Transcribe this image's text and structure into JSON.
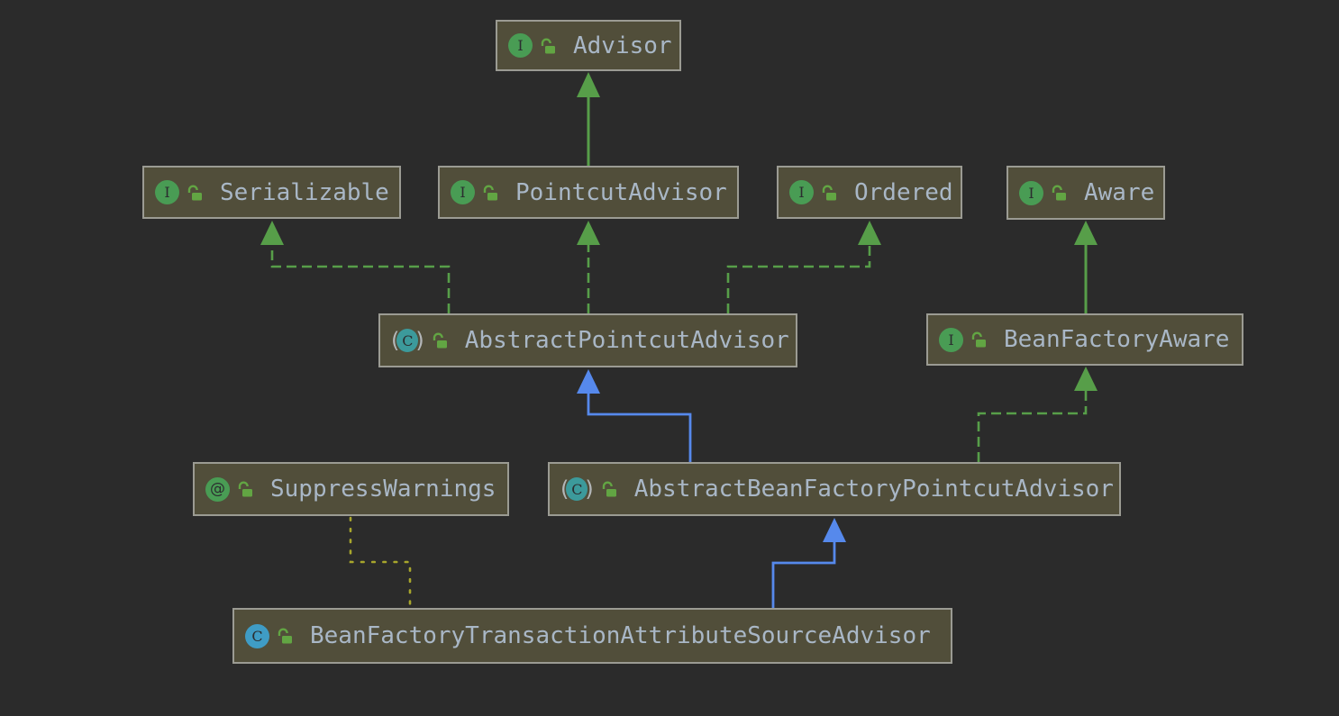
{
  "diagram": {
    "title": "Class inheritance diagram for BeanFactoryTransactionAttributeSourceAdvisor",
    "colors": {
      "background": "#2b2b2b",
      "node_fill": "#514e3a",
      "node_border": "#9b9b93",
      "label": "#a9b7c6",
      "realization_green": "#579e49",
      "generalization_blue": "#5689ec",
      "annotation_yellow": "#a8a62c",
      "interface_icon": "#499c54",
      "class_icon": "#3f9cc5",
      "abstract_class_icon": "#3c9a9b",
      "lock_icon": "#62a543"
    },
    "nodes": [
      {
        "id": "advisor",
        "label": "Advisor",
        "kind": "interface",
        "icon": "interface-icon",
        "icon_glyph": "I",
        "visibility": "public"
      },
      {
        "id": "serializable",
        "label": "Serializable",
        "kind": "interface",
        "icon": "interface-icon",
        "icon_glyph": "I",
        "visibility": "public"
      },
      {
        "id": "pointcutAdvisor",
        "label": "PointcutAdvisor",
        "kind": "interface",
        "icon": "interface-icon",
        "icon_glyph": "I",
        "visibility": "public"
      },
      {
        "id": "ordered",
        "label": "Ordered",
        "kind": "interface",
        "icon": "interface-icon",
        "icon_glyph": "I",
        "visibility": "public"
      },
      {
        "id": "aware",
        "label": "Aware",
        "kind": "interface",
        "icon": "interface-icon",
        "icon_glyph": "I",
        "visibility": "public"
      },
      {
        "id": "abstractPointcutAdvisor",
        "label": "AbstractPointcutAdvisor",
        "kind": "abstract-class",
        "icon": "abstract-class-icon",
        "icon_glyph": "C",
        "visibility": "public"
      },
      {
        "id": "beanFactoryAware",
        "label": "BeanFactoryAware",
        "kind": "interface",
        "icon": "interface-icon",
        "icon_glyph": "I",
        "visibility": "public"
      },
      {
        "id": "suppressWarnings",
        "label": "SuppressWarnings",
        "kind": "annotation",
        "icon": "annotation-icon",
        "icon_glyph": "@",
        "visibility": "public"
      },
      {
        "id": "abstractBeanFactoryPointcutAdvisor",
        "label": "AbstractBeanFactoryPointcutAdvisor",
        "kind": "abstract-class",
        "icon": "abstract-class-icon",
        "icon_glyph": "C",
        "visibility": "public"
      },
      {
        "id": "beanFactoryTransactionAttributeSourceAdvisor",
        "label": "BeanFactoryTransactionAttributeSourceAdvisor",
        "kind": "class",
        "icon": "class-icon",
        "icon_glyph": "C",
        "visibility": "public"
      }
    ],
    "edges": [
      {
        "from": "pointcutAdvisor",
        "to": "advisor",
        "relation": "extends",
        "style": "solid-green"
      },
      {
        "from": "abstractPointcutAdvisor",
        "to": "serializable",
        "relation": "implements",
        "style": "dashed-green"
      },
      {
        "from": "abstractPointcutAdvisor",
        "to": "pointcutAdvisor",
        "relation": "implements",
        "style": "dashed-green"
      },
      {
        "from": "abstractPointcutAdvisor",
        "to": "ordered",
        "relation": "implements",
        "style": "dashed-green"
      },
      {
        "from": "beanFactoryAware",
        "to": "aware",
        "relation": "extends",
        "style": "solid-green"
      },
      {
        "from": "abstractBeanFactoryPointcutAdvisor",
        "to": "beanFactoryAware",
        "relation": "implements",
        "style": "dashed-green"
      },
      {
        "from": "abstractBeanFactoryPointcutAdvisor",
        "to": "abstractPointcutAdvisor",
        "relation": "extends",
        "style": "solid-blue"
      },
      {
        "from": "beanFactoryTransactionAttributeSourceAdvisor",
        "to": "abstractBeanFactoryPointcutAdvisor",
        "relation": "extends",
        "style": "solid-blue"
      },
      {
        "from": "beanFactoryTransactionAttributeSourceAdvisor",
        "to": "suppressWarnings",
        "relation": "annotated-with",
        "style": "dotted-yellow"
      }
    ]
  }
}
